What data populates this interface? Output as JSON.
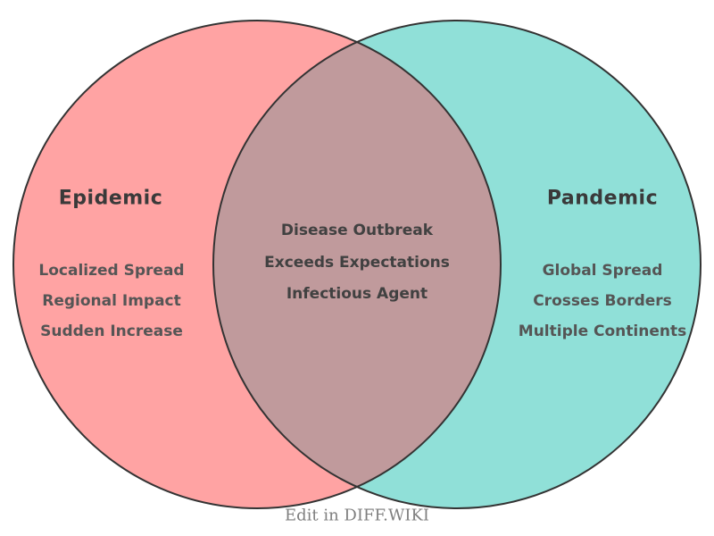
{
  "diagram": {
    "type": "venn",
    "stroke_color": "#333333",
    "left_circle": {
      "title": "Epidemic",
      "fill": "#FFA3A3",
      "items": [
        "Localized Spread",
        "Regional Impact",
        "Sudden Increase"
      ]
    },
    "right_circle": {
      "title": "Pandemic",
      "fill": "#90E0D8",
      "items": [
        "Global Spread",
        "Crosses Borders",
        "Multiple Continents"
      ]
    },
    "intersection": {
      "fill": "#C09A9C",
      "items": [
        "Disease Outbreak",
        "Exceeds Expectations",
        "Infectious Agent"
      ]
    }
  },
  "footer": {
    "edit_label": "Edit in DIFF.WIKI"
  }
}
